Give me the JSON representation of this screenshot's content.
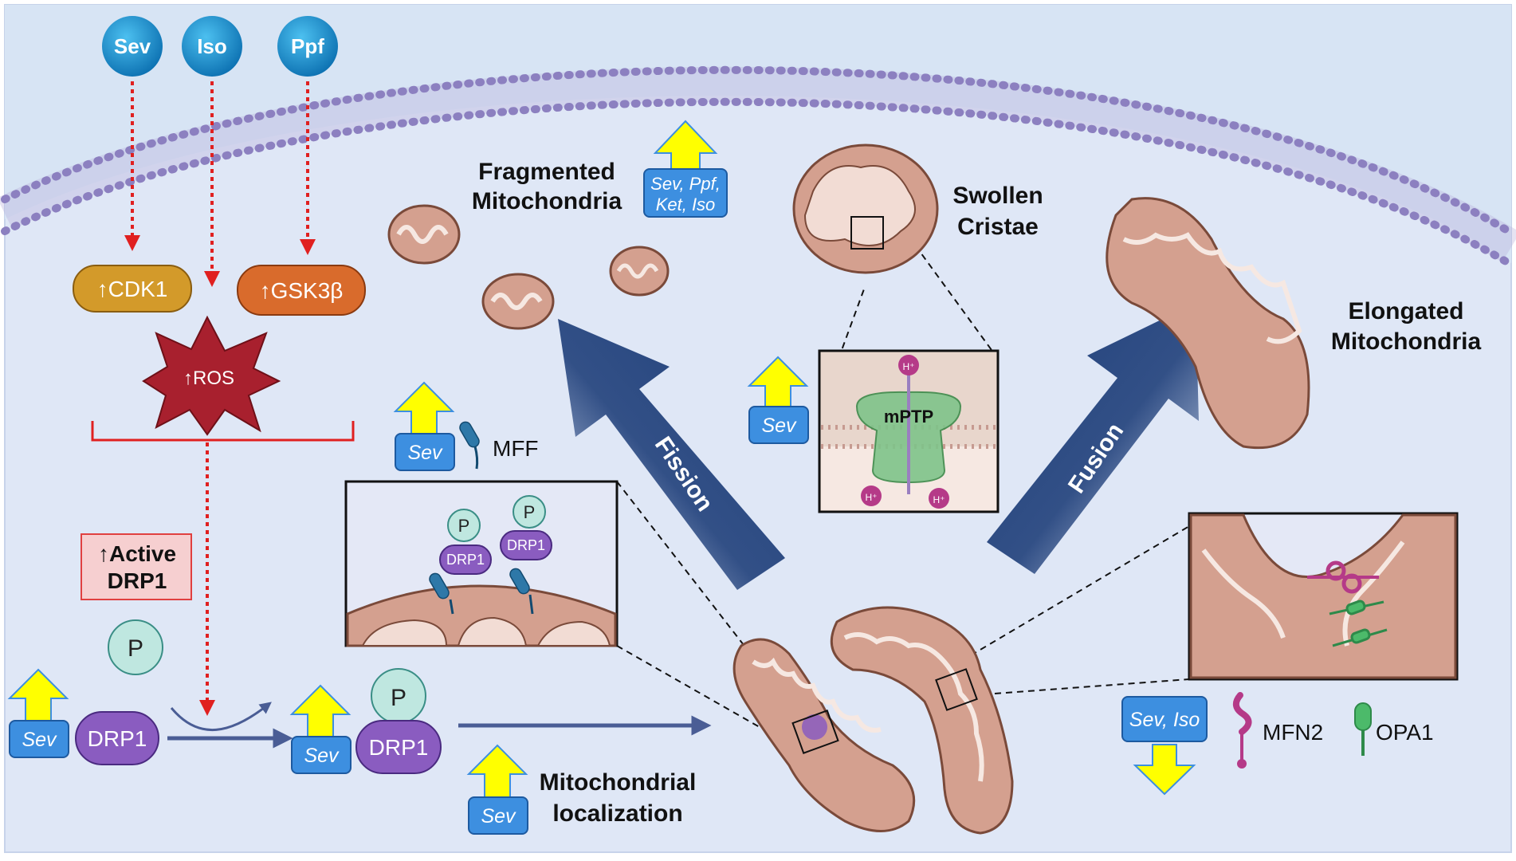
{
  "drugs": {
    "sev": "Sev",
    "iso": "Iso",
    "ppf": "Ppf"
  },
  "kinases": {
    "cdk1": "↑CDK1",
    "gsk3b": "↑GSK3β"
  },
  "ros": "↑ROS",
  "active_drp1": {
    "line1": "↑Active",
    "line2": "DRP1"
  },
  "phospho": "P",
  "drp1": "DRP1",
  "sev_tag": "Sev",
  "mff": "MFF",
  "mito_localization": {
    "line1": "Mitochondrial",
    "line2": "localization"
  },
  "fragmented": {
    "line1": "Fragmented",
    "line2": "Mitochondria",
    "drug_line1": "Sev, Ppf,",
    "drug_line2": "Ket, Iso"
  },
  "swollen": {
    "line1": "Swollen",
    "line2": "Cristae"
  },
  "mptp": "mPTP",
  "proton": "H⁺",
  "fission": "Fission",
  "fusion": "Fusion",
  "elongated": {
    "line1": "Elongated",
    "line2": "Mitochondria"
  },
  "fusion_drugs": "Sev, Iso",
  "mfn2": "MFN2",
  "opa1": "OPA1",
  "colors": {
    "background": "#e5eaf8",
    "membrane": "#8c80c0",
    "drug_circle": "#1d8fcf",
    "cdk1": "#d39a2a",
    "gsk3b": "#d96b2c",
    "ros": "#a8202e",
    "drp1": "#8a5cc0",
    "phospho": "#bfe7e0",
    "arrow_yellow": "#ffff00",
    "sev_box": "#3d8fe0",
    "fission_arrow": "#1f3f7a",
    "mito": "#d4a08f",
    "mptp": "#7fc48a",
    "mfn2": "#b53a88",
    "opa1": "#2e8a4a",
    "inhibitor": "#e02020"
  }
}
